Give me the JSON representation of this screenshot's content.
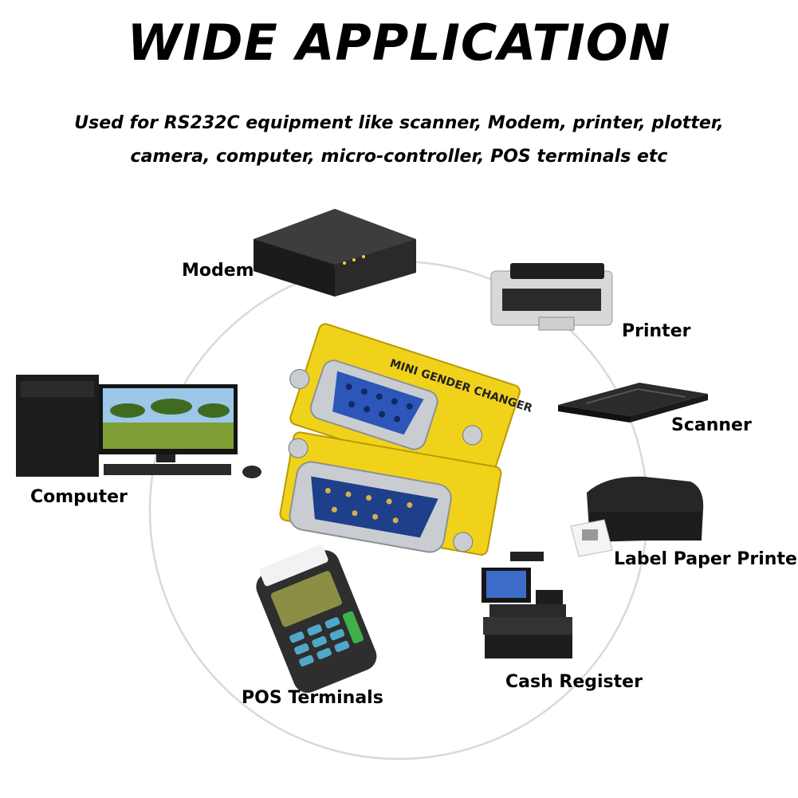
{
  "title": "WIDE APPLICATION",
  "subtitle_line1": "Used for RS232C equipment like scanner, Modem, printer, plotter,",
  "subtitle_line2": "camera, computer, micro-controller, POS terminals etc",
  "devices": {
    "modem": "Modem",
    "printer": "Printer",
    "scanner": "Scanner",
    "computer": "Computer",
    "label_printer": "Label Paper Printer",
    "pos": "POS Terminals",
    "cash_register": "Cash Register"
  },
  "adapter": {
    "brand_text": "MINI GENDER CHANGER",
    "colors": {
      "body": "#f1d21b",
      "metal": "#c9cdd2",
      "port": "#2c56b8"
    }
  }
}
